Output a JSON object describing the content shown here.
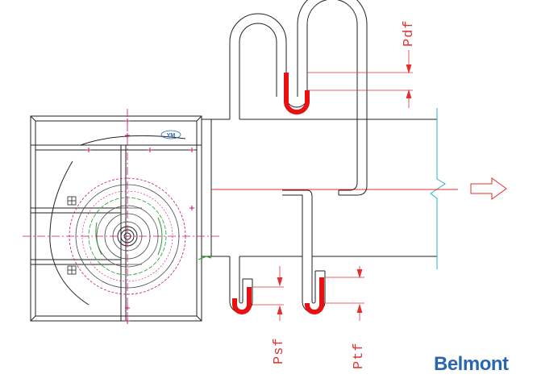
{
  "labels": {
    "pdf": "Pdf",
    "psf": "Psf",
    "ptf": "Ptf"
  },
  "brand": {
    "name": "Belmont",
    "color": "#2a66b0"
  },
  "fan_badge": {
    "text": "YM"
  },
  "colors": {
    "lines": "#222222",
    "dimension": "#e03030",
    "fluid": "#e81010",
    "centerline": "#c8106e",
    "duct_edge": "#2ab0c0",
    "accent_green": "#2a9a30"
  },
  "icons": {
    "flow_arrow": "arrow-right-outline",
    "break_mark": "zigzag-break"
  }
}
